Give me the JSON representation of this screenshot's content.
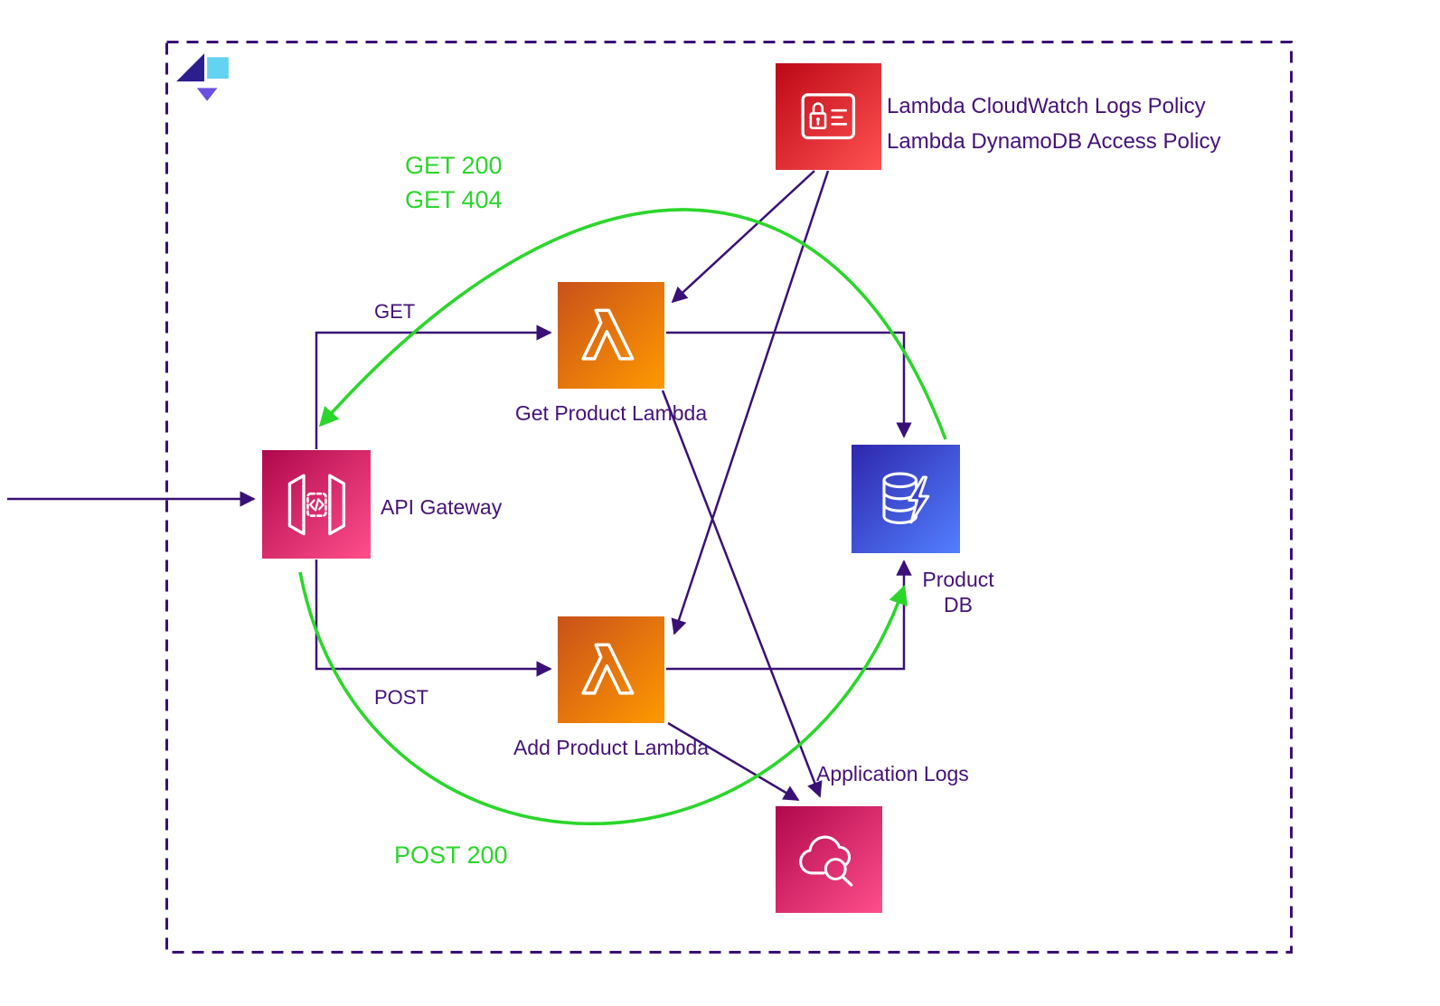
{
  "diagram": {
    "colors": {
      "arrow": "#3A1076",
      "label": "#44127A",
      "green": "#2BD62B",
      "red-1": "#BD0816",
      "red-2": "#FF5252",
      "orange-1": "#C8511B",
      "orange-2": "#FF9900",
      "pink-1": "#B0084D",
      "pink-2": "#FF4F8B",
      "blue-1": "#2E27AD",
      "blue-2": "#527FFF"
    },
    "nodes": {
      "iam_policy": {
        "icon": "iam-policy-icon",
        "labels": [
          "Lambda CloudWatch Logs Policy",
          "Lambda DynamoDB Access Policy"
        ]
      },
      "api_gateway": {
        "icon": "api-gateway-icon",
        "label": "API Gateway"
      },
      "get_lambda": {
        "icon": "lambda-icon",
        "label": "Get Product Lambda"
      },
      "add_lambda": {
        "icon": "lambda-icon",
        "label": "Add Product Lambda"
      },
      "product_db": {
        "icon": "dynamodb-icon",
        "label_lines": [
          "Product",
          "DB"
        ]
      },
      "cloudwatch": {
        "icon": "cloudwatch-logs-icon",
        "label": "Application Logs"
      }
    },
    "edges": {
      "get_request": "GET",
      "post_request": "POST",
      "get_responses": [
        "GET 200",
        "GET 404"
      ],
      "post_response": "POST 200"
    }
  }
}
